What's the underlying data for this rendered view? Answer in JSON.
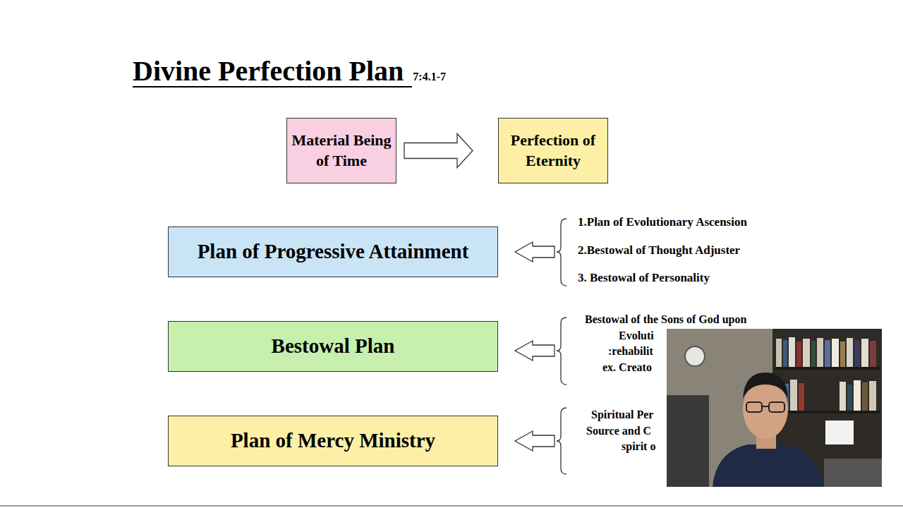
{
  "diagram": {
    "title": "Divine Perfection Plan",
    "nodes": [
      {
        "text": [
          "Material Being of Time"
        ]
      },
      {
        "text": [
          "Perfection of Eternity"
        ]
      },
      {
        "text": [
          "Plan of Progressive Attainment"
        ]
      },
      {
        "text": [
          "Bestowal Plan"
        ]
      },
      {
        "text": [
          "Plan of Mercy Ministry"
        ]
      }
    ],
    "edges": [
      {
        "from": 0,
        "to": 1,
        "arrow": "to"
      }
    ],
    "labels": [
      "7:4.1-7",
      "1.Plan of Evolutionary Ascension",
      "2.Bestowal of Thought Adjuster",
      "3. Bestowal of Personality",
      "Bestowal of the Sons of God upon",
      "Evoluti",
      ":rehabilit",
      "ex. Creato",
      "Spiritual Per",
      "Source and C",
      "spirit o"
    ]
  }
}
